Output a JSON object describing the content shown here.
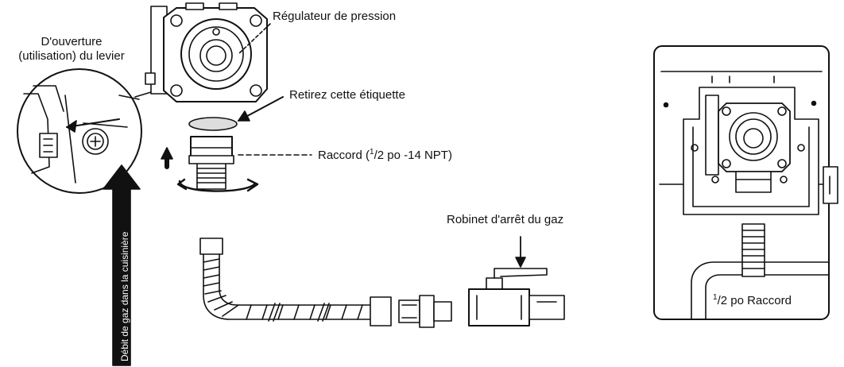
{
  "labels": {
    "ouverture_line1": "D'ouverture",
    "ouverture_line2": "(utilisation) du levier",
    "regulateur": "Régulateur de pression",
    "etiquette": "Retirez cette étiquette",
    "raccord_prefix": "Raccord (",
    "raccord_sup": "1",
    "raccord_suffix": "/2 po -14 NPT)",
    "robinet": "Robinet d'arrêt du gaz",
    "debit": "Débit de gaz dans la cuisinière",
    "raccord2_sup": "1",
    "raccord2_suffix": "/2 po Raccord"
  },
  "colors": {
    "ink": "#111111",
    "paper": "#ffffff",
    "shade": "#cfcfcf"
  }
}
